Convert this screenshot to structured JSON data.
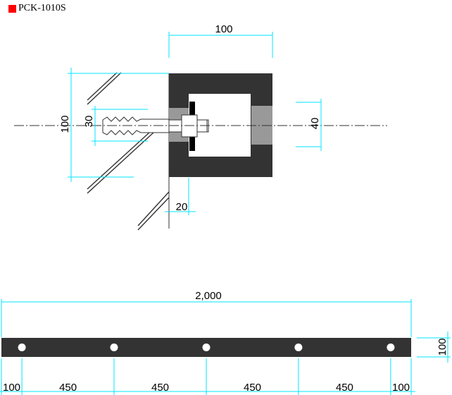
{
  "title": {
    "marker_color": "#ff0000",
    "text": "PCK-1010S"
  },
  "colors": {
    "dimension": "#00e5ff",
    "steel": "#333333",
    "hatch": "#333333",
    "insert": "#999999",
    "bolt": "#ffffff",
    "washer": "#000000",
    "text": "#000000"
  },
  "section": {
    "dim_width": "100",
    "dim_height": "100",
    "dim_anchor": "30",
    "dim_hole": "40",
    "dim_gap": "20"
  },
  "bar": {
    "total_length": "2,000",
    "height": "100",
    "segments": [
      "100",
      "450",
      "450",
      "450",
      "450",
      "100"
    ],
    "hole_count": 5
  }
}
